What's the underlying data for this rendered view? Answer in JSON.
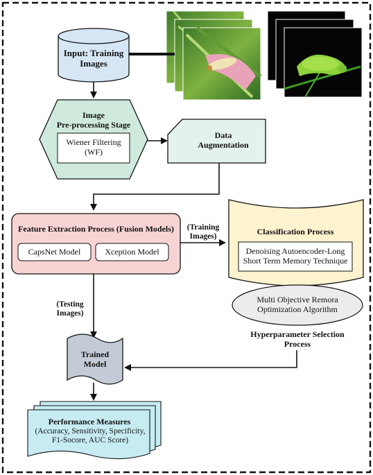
{
  "nodes": {
    "input": "Input: Training Images",
    "preprocess_title_1": "Image",
    "preprocess_title_2": "Pre-processing Stage",
    "wiener": "Wiener Filtering (WF)",
    "augmentation": "Data Augmentation",
    "feature_title": "Feature Extraction Process (Fusion Models)",
    "capsnet": "CapsNet Model",
    "xception": "Xception Model",
    "classification_title": "Classification Process",
    "dae_lstm": "Denoising Autoencoder-Long Short Term Memory Technique",
    "remora": "Multi Objective Remora Optimization Algorithm",
    "hyperparam": "Hyperparameter Selection Process",
    "trained": "Trained Model",
    "perf_title": "Performance Measures",
    "perf_detail": "(Accuracy, Sensitivity, Specificity, F1-Socore, AUC Score)"
  },
  "edge_labels": {
    "training": "(Training Images)",
    "testing": "(Testing Images)"
  },
  "images": {
    "left_stack": "caterpillar on pink flower",
    "right_stack": "green caterpillar on black background"
  },
  "colors": {
    "input_fill": "#d6e6f5",
    "preprocess_fill": "#cfeadd",
    "augmentation_fill": "#e3f2ea",
    "feature_fill": "#f8d3d3",
    "classification_fill": "#fdf3cf",
    "remora_fill": "#ececec",
    "trained_fill": "#c3ccd6",
    "perf_fill": "#c6ecf2"
  }
}
